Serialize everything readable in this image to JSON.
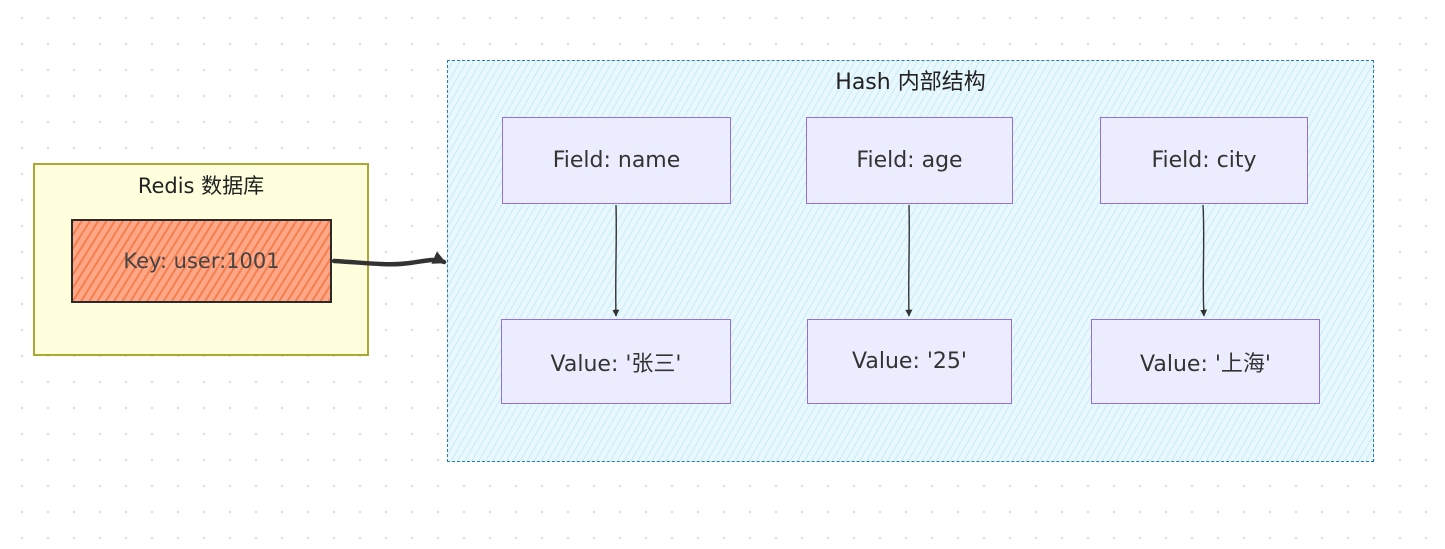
{
  "redis_container": {
    "title": "Redis 数据库",
    "key_node": "Key: user:1001"
  },
  "hash_container": {
    "title": "Hash 内部结构",
    "fields": [
      {
        "field": "Field: name",
        "value": "Value: '张三'"
      },
      {
        "field": "Field: age",
        "value": "Value: '25'"
      },
      {
        "field": "Field: city",
        "value": "Value: '上海'"
      }
    ]
  },
  "colors": {
    "redis_fill": "#ffffde",
    "redis_border": "#aaaa33",
    "key_fill": "#ff7f50",
    "hash_fill": "#e0f7fd",
    "hash_border": "#2e79b8",
    "node_fill": "#ececff",
    "node_border": "#9370db",
    "edge": "#333333"
  }
}
